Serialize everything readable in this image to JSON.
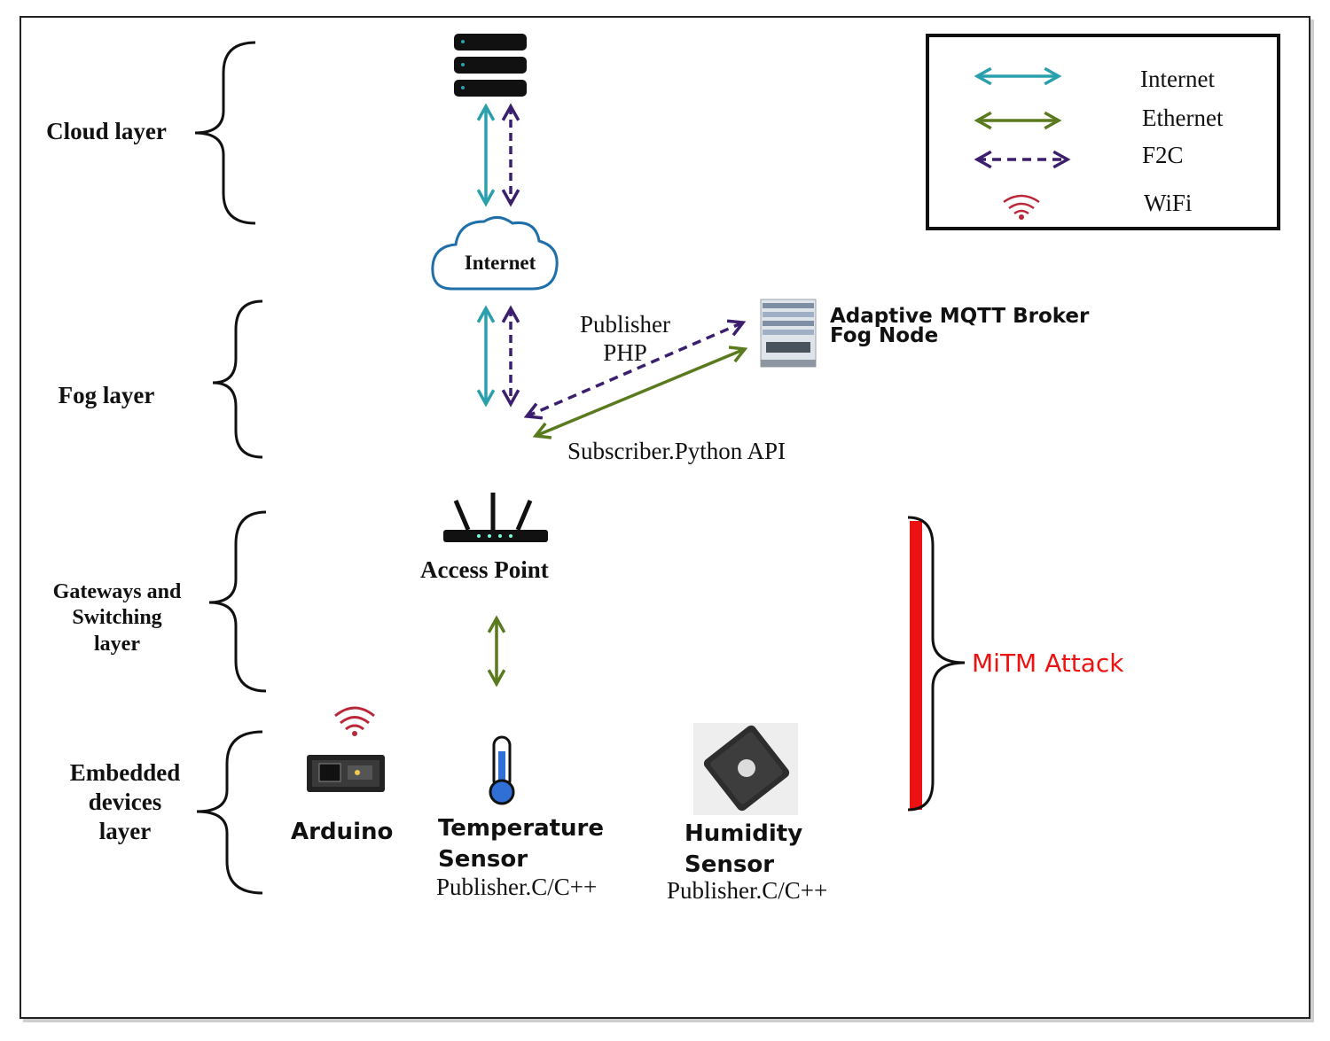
{
  "layers": {
    "cloud": "Cloud layer",
    "fog": "Fog layer",
    "gateways": [
      "Gateways and",
      "Switching",
      "layer"
    ],
    "embedded": [
      "Embedded",
      "devices",
      "layer"
    ]
  },
  "nodes": {
    "internet": "Internet",
    "broker": [
      "Adaptive MQTT Broker",
      "Fog Node"
    ],
    "publisher_php": [
      "Publisher",
      "PHP"
    ],
    "subscriber": "Subscriber.Python API",
    "access_point": "Access Point",
    "arduino": "Arduino",
    "temperature": [
      "Temperature",
      "Sensor"
    ],
    "temperature_pub": "Publisher.C/C++",
    "humidity": [
      "Humidity",
      "Sensor"
    ],
    "humidity_pub": "Publisher.C/C++"
  },
  "attack": "MiTM Attack",
  "legend": {
    "items": [
      {
        "label": "Internet",
        "style": "teal-double-arrow"
      },
      {
        "label": "Ethernet",
        "style": "green-double-arrow"
      },
      {
        "label": "F2C",
        "style": "purple-dashed-double-arrow"
      },
      {
        "label": "WiFi",
        "style": "wifi-icon"
      }
    ]
  },
  "colors": {
    "internet": "#2aa0ad",
    "ethernet": "#5a7a1e",
    "f2c": "#3b1f6e",
    "wifi": "#b8283a",
    "attack": "#ee1111",
    "cloud_outline": "#1f6fa8"
  }
}
